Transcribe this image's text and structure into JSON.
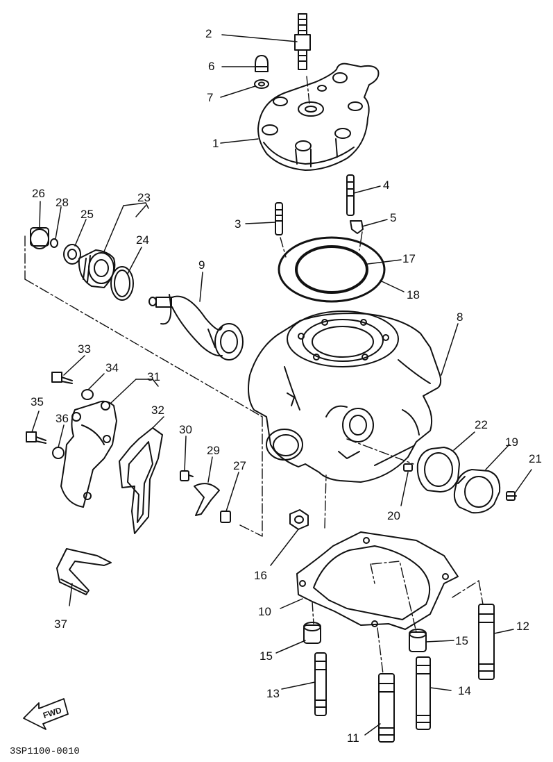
{
  "diagram": {
    "drawing_code": "3SP1100-0010",
    "direction_badge": "FWD",
    "callouts": {
      "c1": "1",
      "c2": "2",
      "c3": "3",
      "c4": "4",
      "c5": "5",
      "c6": "6",
      "c7": "7",
      "c8": "8",
      "c9": "9",
      "c10": "10",
      "c11": "11",
      "c12": "12",
      "c13": "13",
      "c14": "14",
      "c15a": "15",
      "c15b": "15",
      "c16": "16",
      "c17": "17",
      "c18": "18",
      "c19": "19",
      "c20": "20",
      "c21": "21",
      "c22": "22",
      "c23": "23",
      "c24": "24",
      "c25": "25",
      "c26": "26",
      "c27": "27",
      "c28": "28",
      "c29": "29",
      "c30": "30",
      "c31": "31",
      "c32": "32",
      "c33": "33",
      "c34": "34",
      "c35": "35",
      "c36": "36",
      "c37": "37"
    },
    "colors": {
      "ink": "#111111",
      "paper": "#ffffff"
    }
  }
}
